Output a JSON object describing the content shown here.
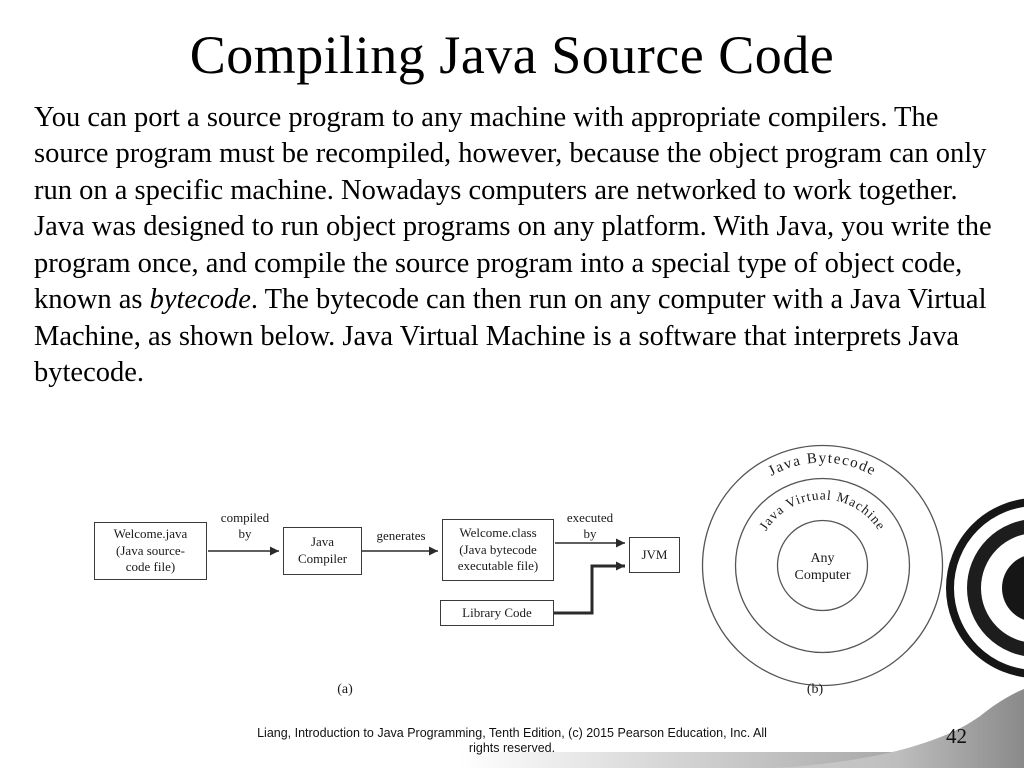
{
  "slide": {
    "title": "Compiling Java Source Code",
    "body_pre": "You can port a source program to any machine with appropriate compilers. The source program must be recompiled, however, because the object program can only run on a specific machine. Nowadays computers are networked to work together. Java was designed to run object programs on any platform. With Java, you write the program once, and compile the source program into a special type of object code, known as ",
    "body_italic": "bytecode",
    "body_post": ". The bytecode can then run on any computer with a Java Virtual Machine, as shown below. Java Virtual Machine is a software that interprets Java bytecode.",
    "footer": {
      "line1": "Liang, Introduction to Java Programming, Tenth Edition, (c) 2015 Pearson Education, Inc. All",
      "line2": "rights reserved."
    },
    "page_number": "42"
  },
  "diagram": {
    "caption_a": "(a)",
    "caption_b": "(b)",
    "source_box": {
      "line1": "Welcome.java",
      "line2": "(Java source-",
      "line3": "code file)"
    },
    "compiled_by": {
      "line1": "compiled",
      "line2": "by"
    },
    "compiler_box": {
      "line1": "Java",
      "line2": "Compiler"
    },
    "generates_label": "generates",
    "class_box": {
      "line1": "Welcome.class",
      "line2": "(Java bytecode",
      "line3": "executable file)"
    },
    "executed_by": {
      "line1": "executed",
      "line2": "by"
    },
    "jvm_box": "JVM",
    "library_box": "Library Code",
    "rings": {
      "outer_label": "Java Bytecode",
      "middle_label": "Java Virtual Machine",
      "inner_line1": "Any",
      "inner_line2": "Computer"
    }
  },
  "colors": {
    "text": "#000000",
    "box_border": "#3a3a3a",
    "arrow": "#2a2a2a",
    "decor_dark": "#161616",
    "corner_gray": "#8a8a8a"
  }
}
